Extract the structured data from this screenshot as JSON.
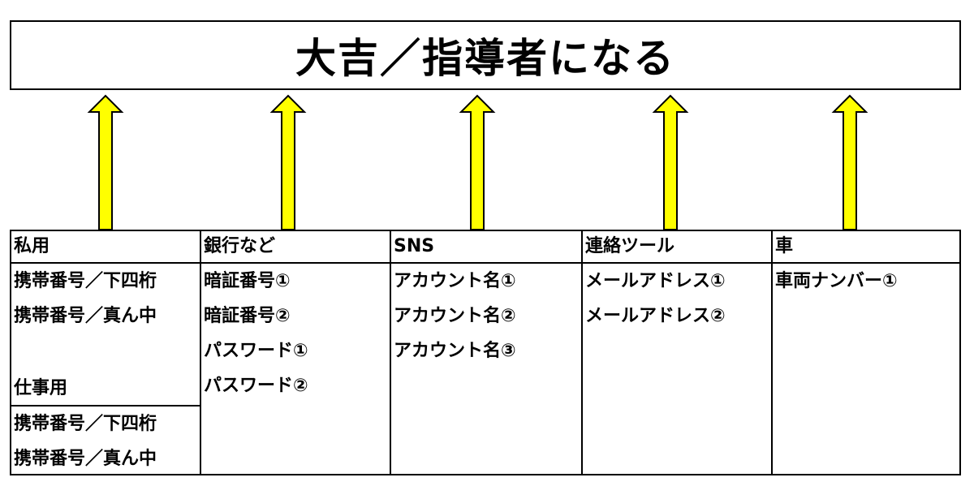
{
  "title": "大吉／指導者になる",
  "colors": {
    "arrow_fill": "#ffff00",
    "arrow_stroke": "#000000",
    "border": "#000000"
  },
  "columns": [
    {
      "header": "私用",
      "items": [
        "携帯番号／下四桁",
        "携帯番号／真ん中"
      ],
      "sub_header": "仕事用",
      "sub_items": [
        "携帯番号／下四桁",
        "携帯番号／真ん中"
      ]
    },
    {
      "header": "銀行など",
      "items": [
        "暗証番号①",
        "暗証番号②",
        "パスワード①",
        "パスワード②"
      ]
    },
    {
      "header": "SNS",
      "items": [
        "アカウント名①",
        "アカウント名②",
        "アカウント名③"
      ]
    },
    {
      "header": "連絡ツール",
      "items": [
        "メールアドレス①",
        "メールアドレス②"
      ]
    },
    {
      "header": "車",
      "items": [
        "車両ナンバー①"
      ]
    }
  ]
}
